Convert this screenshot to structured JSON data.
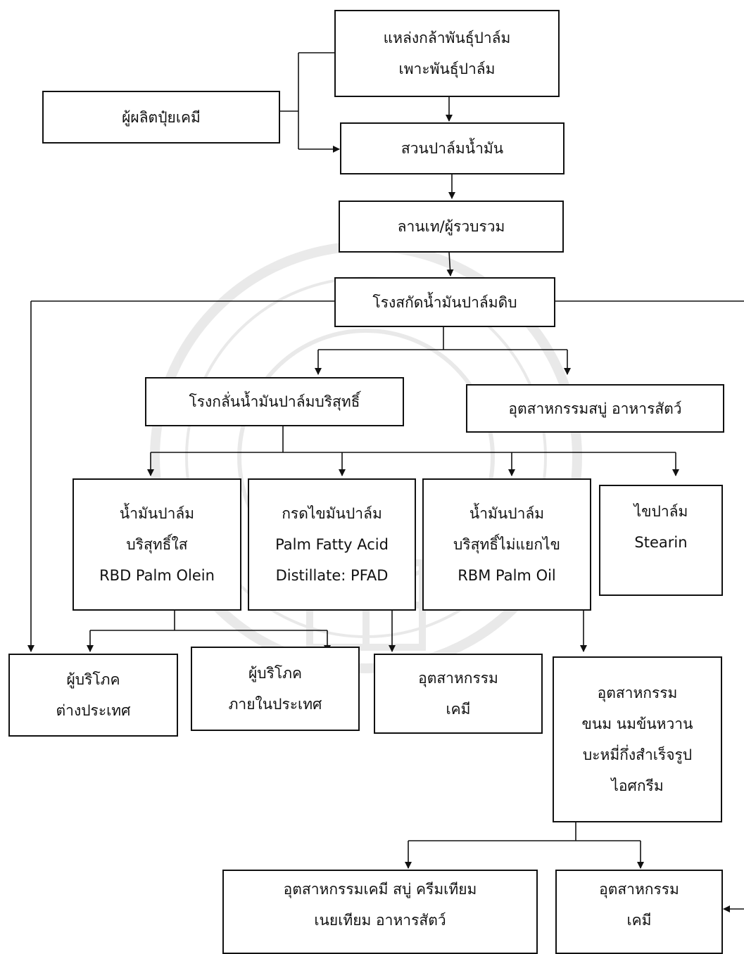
{
  "nodes": {
    "seed_source": [
      "แหล่งกล้าพันธุ์ปาล์ม",
      "เพาะพันธุ์ปาล์ม"
    ],
    "fertilizer_producer": [
      "ผู้ผลิตปุ๋ยเคมี"
    ],
    "oil_palm_plantation": [
      "สวนปาล์มน้ำมัน"
    ],
    "collection_yard": [
      "ลานเท/ผู้รวบรวม"
    ],
    "crude_palm_oil_mill": [
      "โรงสกัดน้ำมันปาล์มดิบ"
    ],
    "refinery": [
      "โรงกลั่นน้ำมันปาล์มบริสุทธิ์"
    ],
    "soap_feed_industry": [
      "อุตสาหกรรมสบู่ อาหารสัตว์"
    ],
    "rbd_palm_olein": [
      "น้ำมันปาล์ม",
      "บริสุทธิ์ใส",
      "RBD Palm Olein"
    ],
    "pfad": [
      "กรดไขมันปาล์ม",
      "Palm Fatty Acid",
      "Distillate: PFAD"
    ],
    "rbd_palm_oil": [
      "น้ำมันปาล์ม",
      "บริสุทธิ์ไม่แยกไข",
      "RBM Palm Oil"
    ],
    "stearin": [
      "ไขปาล์ม",
      "Stearin"
    ],
    "foreign_consumers": [
      "ผู้บริโภค",
      "ต่างประเทศ"
    ],
    "domestic_consumers": [
      "ผู้บริโภค",
      "ภายในประเทศ"
    ],
    "chemical_industry_mid": [
      "อุตสาหกรรม",
      "เคมี"
    ],
    "food_industry": [
      "อุตสาหกรรม",
      "ขนม นมข้นหวาน",
      "บะหมี่กึ่งสำเร็จรูป",
      "ไอศกรีม"
    ],
    "chemical_soap_industry": [
      "อุตสาหกรรมเคมี สบู่ ครีมเทียม",
      "เนยเทียม อาหารสัตว์"
    ],
    "chemical_industry_bottom": [
      "อุตสาหกรรม",
      "เคมี"
    ]
  }
}
